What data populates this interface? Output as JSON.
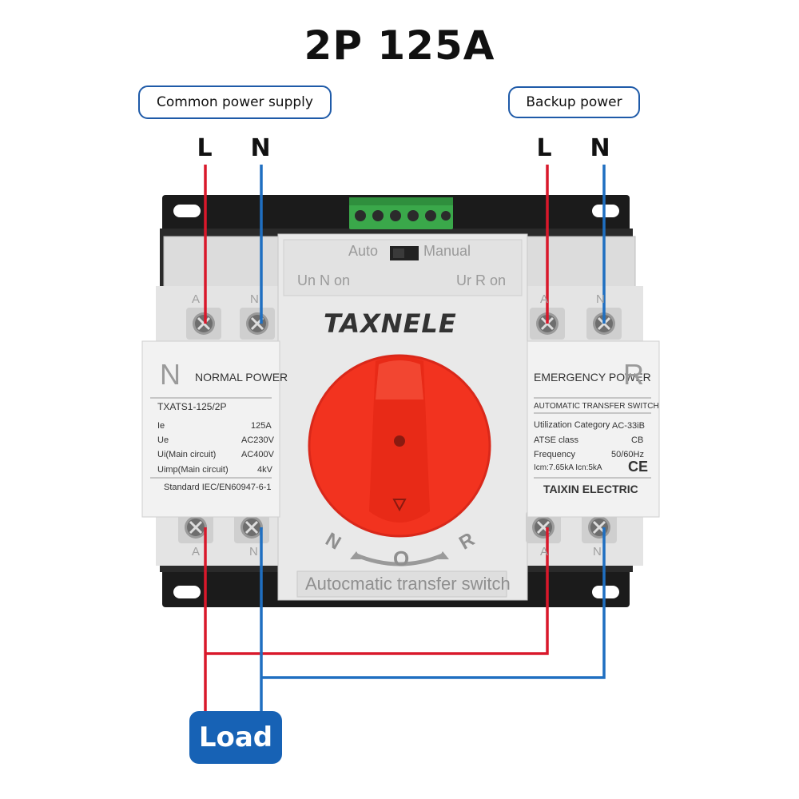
{
  "title": "2P 125A",
  "sources": {
    "normal_label": "Common power supply",
    "backup_label": "Backup power",
    "normal_L": "L",
    "normal_N": "N",
    "backup_L": "L",
    "backup_N": "N"
  },
  "load_label": "Load",
  "device": {
    "brand": "TAXNELE",
    "mode_auto": "Auto",
    "mode_manual": "Manual",
    "indicator_un": "Un N on",
    "indicator_ur": "Ur R on",
    "footer": "Autocmatic transfer switch",
    "knob_n": "N",
    "knob_o": "O",
    "knob_r": "R",
    "terminal_A": "A",
    "terminal_N": "N",
    "left_panel": {
      "big_letter": "N",
      "heading": "NORMAL POWER",
      "model": "TXATS1-125/2P",
      "specs": [
        {
          "k": "Ie",
          "v": "125A"
        },
        {
          "k": "Ue",
          "v": "AC230V"
        },
        {
          "k": "Ui(Main circuit)",
          "v": "AC400V"
        },
        {
          "k": "Uimp(Main circuit)",
          "v": "4kV"
        }
      ],
      "standard": "Standard IEC/EN60947-6-1"
    },
    "right_panel": {
      "big_letter": "R",
      "heading": "EMERGENCY POWER",
      "subheading": "AUTOMATIC TRANSFER SWITCH",
      "specs": [
        {
          "k": "Utilization Category",
          "v": "AC-33iB"
        },
        {
          "k": "ATSE class",
          "v": "CB"
        },
        {
          "k": "Frequency",
          "v": "50/60Hz"
        },
        {
          "k": "Icm:7.65kA Icn:5kA",
          "v": "CE"
        }
      ],
      "maker": "TAIXIN ELECTRIC"
    }
  },
  "colors": {
    "live_wire": "#d9182b",
    "neutral_wire": "#1f6fc1",
    "knob": "#f2331f",
    "accent_blue": "#1762b5"
  }
}
